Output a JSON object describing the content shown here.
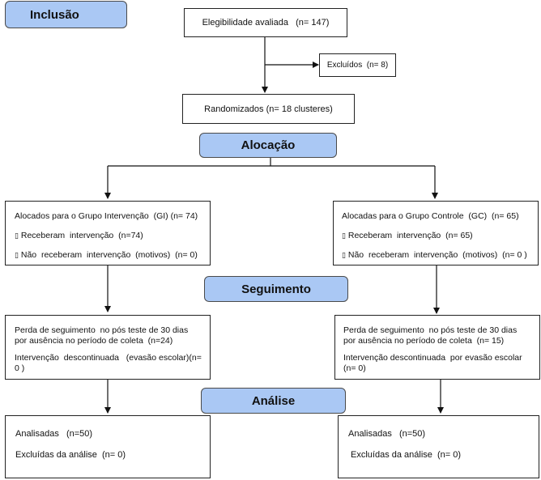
{
  "stages": {
    "inclusion": "Inclusão",
    "allocation": "Alocação",
    "followup": "Seguimento",
    "analysis": "Análise"
  },
  "flow": {
    "eligibility": "Elegibilidade avaliada   (n= 147)",
    "excluded": "Excluídos  (n= 8)",
    "randomized": "Randomizados (n= 18 clusteres)"
  },
  "intervention": {
    "allocated": "Alocados para o Grupo Intervenção  (GI) (n= 74)",
    "received": "Receberam  intervenção  (n=74)",
    "not_received": "Não  receberam  intervenção  (motivos)  (n= 0)",
    "loss_line1": "Perda de seguimento  no pós teste de 30 dias",
    "loss_line2": "por ausência no período de coleta  (n=24)",
    "discontinued_line1": "Intervenção  descontinuada   (evasão escolar)(n=",
    "discontinued_line2": "0 )",
    "analysed": "Analisadas   (n=50)",
    "excluded_analysis": "Excluídas da análise  (n= 0)"
  },
  "control": {
    "allocated": "Alocadas para o Grupo Controle  (GC)  (n= 65)",
    "received": "Receberam  intervenção  (n= 65)",
    "not_received": "Não  receberam  intervenção  (motivos)  (n= 0 )",
    "loss_line1": "Perda de seguimento  no pós teste de 30 dias",
    "loss_line2": "por ausência no período de coleta  (n= 15)",
    "discontinued_line1": "Intervenção descontinuada  por evasão escolar",
    "discontinued_line2": "(n= 0)",
    "analysed": "Analisadas   (n=50)",
    "excluded_analysis": "Excluídas da análise  (n= 0)"
  },
  "bullet_glyph": "▯",
  "colors": {
    "stage_fill": "#aac8f4",
    "border": "#222222"
  }
}
